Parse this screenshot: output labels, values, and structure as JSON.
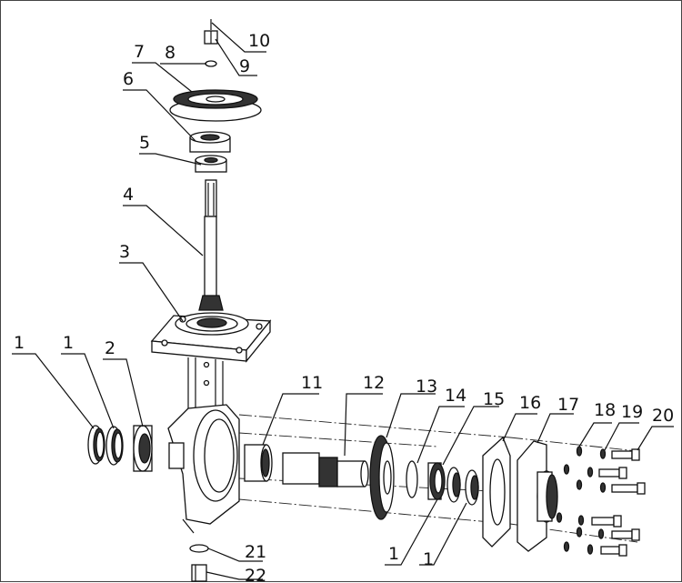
{
  "diagram": {
    "labels": [
      {
        "id": "l10",
        "text": "10"
      },
      {
        "id": "l9",
        "text": "9"
      },
      {
        "id": "l8",
        "text": "8"
      },
      {
        "id": "l7",
        "text": "7"
      },
      {
        "id": "l6",
        "text": "6"
      },
      {
        "id": "l5",
        "text": "5"
      },
      {
        "id": "l4",
        "text": "4"
      },
      {
        "id": "l3",
        "text": "3"
      },
      {
        "id": "l1a",
        "text": "1"
      },
      {
        "id": "l1b",
        "text": "1"
      },
      {
        "id": "l2",
        "text": "2"
      },
      {
        "id": "l11",
        "text": "11"
      },
      {
        "id": "l12",
        "text": "12"
      },
      {
        "id": "l13",
        "text": "13"
      },
      {
        "id": "l14",
        "text": "14"
      },
      {
        "id": "l15",
        "text": "15"
      },
      {
        "id": "l16",
        "text": "16"
      },
      {
        "id": "l17",
        "text": "17"
      },
      {
        "id": "l18",
        "text": "18"
      },
      {
        "id": "l19",
        "text": "19"
      },
      {
        "id": "l20",
        "text": "20"
      },
      {
        "id": "l21",
        "text": "21"
      },
      {
        "id": "l22",
        "text": "22"
      },
      {
        "id": "l1c",
        "text": "1"
      },
      {
        "id": "l1d",
        "text": "1"
      }
    ]
  }
}
